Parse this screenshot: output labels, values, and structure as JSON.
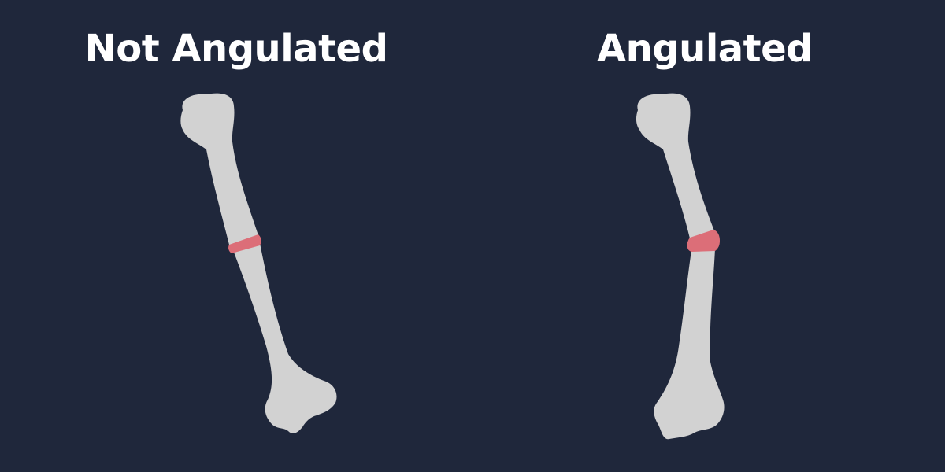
{
  "panels": [
    {
      "title": "Not Angulated",
      "fracture": "not-angulated"
    },
    {
      "title": "Angulated",
      "fracture": "angulated"
    }
  ],
  "colors": {
    "background": "#1f273b",
    "bone": "#d2d2d2",
    "fracture": "#dc6e78",
    "text": "#ffffff"
  }
}
